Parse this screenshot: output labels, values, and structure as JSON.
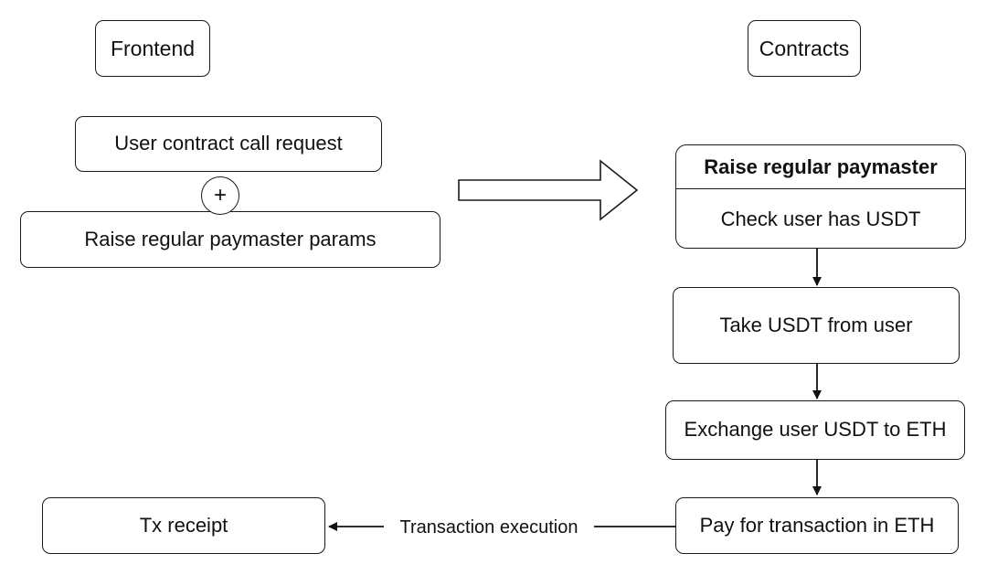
{
  "lanes": {
    "frontend": "Frontend",
    "contracts": "Contracts"
  },
  "frontend": {
    "request": "User contract call request",
    "combine_symbol": "+",
    "params": "Raise regular paymaster params",
    "receipt": "Tx receipt"
  },
  "contracts": {
    "paymaster_title": "Raise regular paymaster",
    "check": "Check user has USDT",
    "take": "Take USDT from user",
    "exchange": "Exchange user USDT to ETH",
    "pay": "Pay for transaction in ETH"
  },
  "edges": {
    "execution_label": "Transaction execution"
  }
}
